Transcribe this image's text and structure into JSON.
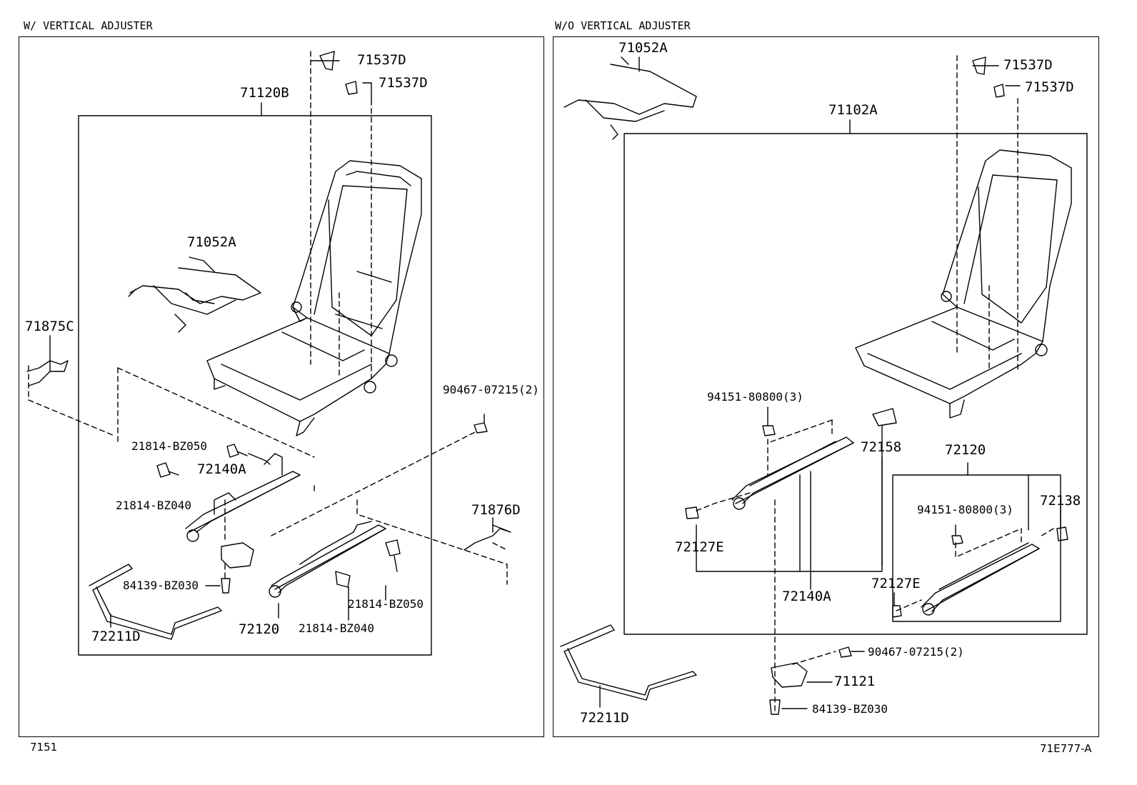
{
  "headers": {
    "left": "W/ VERTICAL ADJUSTER",
    "right": "W/O VERTICAL ADJUSTER"
  },
  "footer": {
    "left": "7151",
    "right": "71E777-A"
  },
  "left_panel": {
    "parts": {
      "p71537D_top": "71537D",
      "p71537D_2": "71537D",
      "p71120B": "71120B",
      "p71052A": "71052A",
      "p71875C": "71875C",
      "p90467": "90467-07215(2)",
      "p21814_BZ050_a": "21814-BZ050",
      "p72140A": "72140A",
      "p21814_BZ040_a": "21814-BZ040",
      "p71876D": "71876D",
      "p84139": "84139-BZ030",
      "p72211D": "72211D",
      "p72120": "72120",
      "p21814_BZ050_b": "21814-BZ050",
      "p21814_BZ040_b": "21814-BZ040"
    }
  },
  "right_panel": {
    "parts": {
      "p71052A": "71052A",
      "p71537D_top": "71537D",
      "p71537D_2": "71537D",
      "p71102A": "71102A",
      "p94151_a": "94151-80800(3)",
      "p72158": "72158",
      "p72120": "72120",
      "p72138": "72138",
      "p94151_b": "94151-80800(3)",
      "p72127E_a": "72127E",
      "p72127E_b": "72127E",
      "p72140A": "72140A",
      "p90467": "90467-07215(2)",
      "p71121": "71121",
      "p84139": "84139-BZ030",
      "p72211D": "72211D"
    }
  }
}
